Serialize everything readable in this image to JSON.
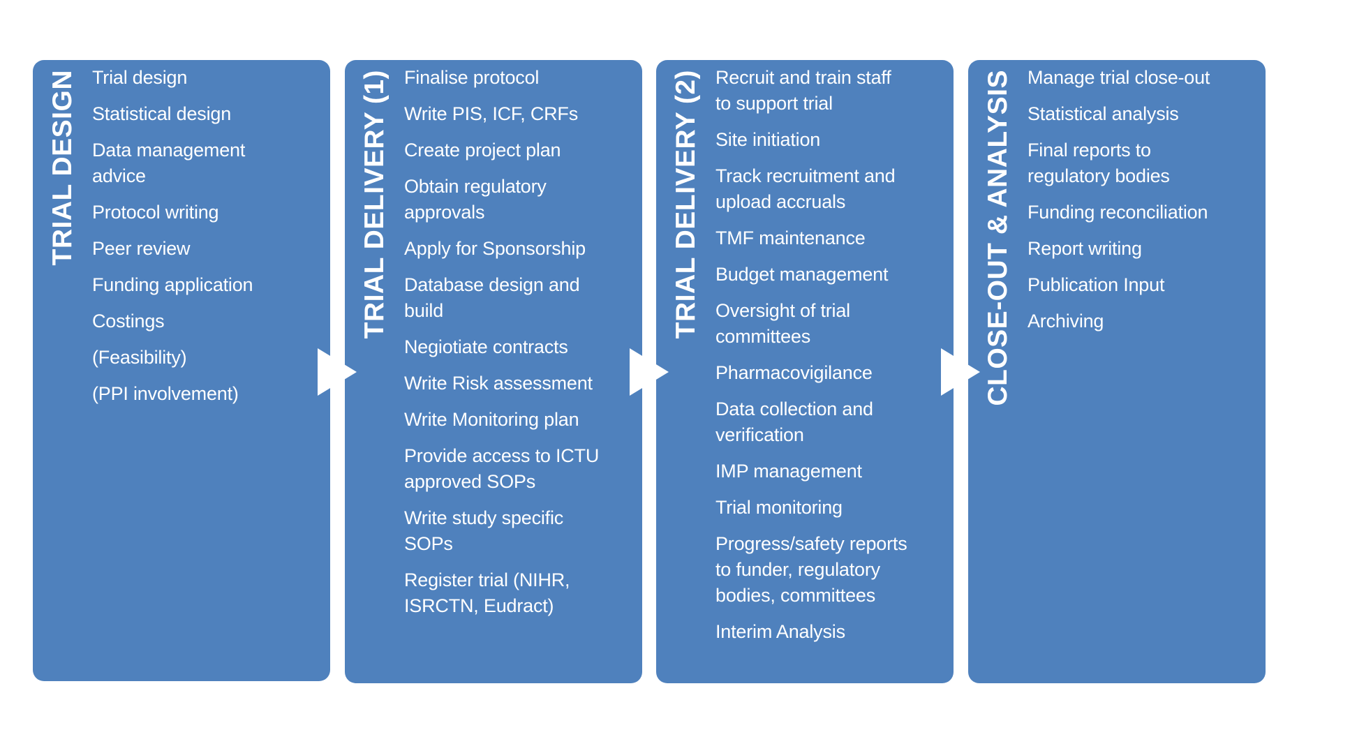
{
  "stages": [
    {
      "title": "TRIAL DESIGN",
      "items": [
        "Trial design",
        "Statistical design",
        "Data management\nadvice",
        "Protocol writing",
        "Peer review",
        "Funding application",
        "Costings",
        "(Feasibility)",
        "(PPI involvement)"
      ]
    },
    {
      "title": "TRIAL DELIVERY (1)",
      "items": [
        "Finalise protocol",
        "Write PIS, ICF, CRFs",
        "Create project plan",
        "Obtain regulatory\napprovals",
        "Apply for Sponsorship",
        "Database design and\nbuild",
        "Negiotiate contracts",
        "Write Risk assessment",
        "Write Monitoring plan",
        "Provide access to ICTU\napproved SOPs",
        "Write study specific\nSOPs",
        "Register trial (NIHR,\nISRCTN, Eudract)"
      ]
    },
    {
      "title": "TRIAL DELIVERY (2)",
      "items": [
        "Recruit and train staff\nto support trial",
        "Site initiation",
        "Track recruitment and\nupload accruals",
        "TMF maintenance",
        "Budget management",
        "Oversight of trial\ncommittees",
        "Pharmacovigilance",
        "Data collection and\nverification",
        "IMP management",
        "Trial monitoring",
        "Progress/safety reports\nto funder, regulatory\nbodies, committees",
        "Interim Analysis"
      ]
    },
    {
      "title": "CLOSE-OUT & ANALYSIS",
      "items": [
        "Manage trial close-out",
        "Statistical analysis",
        "Final reports to\nregulatory bodies",
        "Funding reconciliation",
        "Report writing",
        "Publication Input",
        "Archiving"
      ]
    }
  ],
  "colors": {
    "card": "#4f81bd",
    "text": "#ffffff",
    "arrow": "#ffffff"
  }
}
